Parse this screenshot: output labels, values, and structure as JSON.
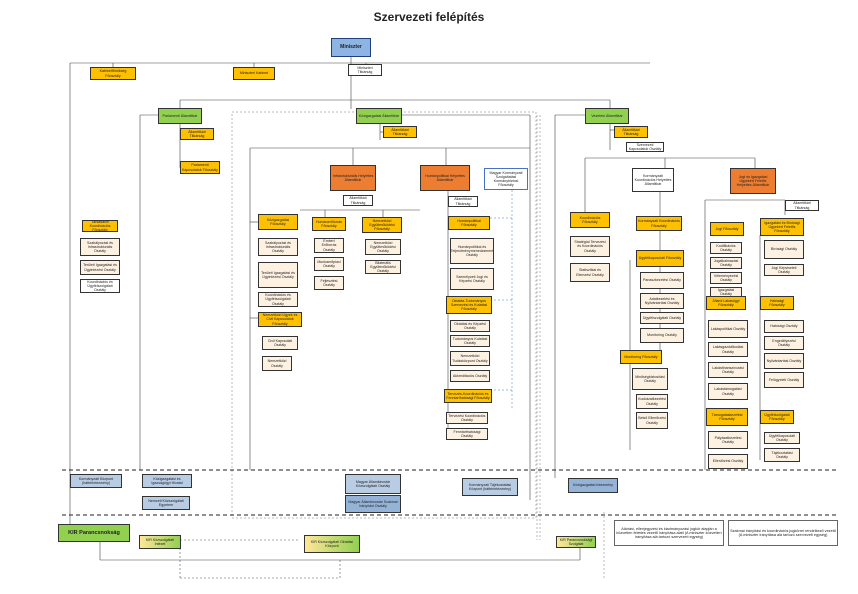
{
  "title": "Szervezeti felépítés",
  "colors": {
    "minister": "#8db4e2",
    "state_secretary": "#92d050",
    "deputy": "#ed7d31",
    "department": "#ffc000",
    "unit": "#fdf1e2",
    "background_agency": "#b8cce4"
  },
  "boxes": {
    "miniszter": "Miniszter",
    "kab_foosztaly": "Kabinetfőnökség Főosztály",
    "min_kabinet": "Miniszteri Kabinet",
    "min_titkarsag": "Miniszteri Titkárság",
    "parl_allamtitkar": "Parlamenti Államtitkár",
    "parl_titkarsag": "Államtitkári Titkárság",
    "parl_kapcsolat": "Parlamenti Kapcsolatok Főosztály",
    "kozig_allamtitkar": "Közigazgatási Államtitkár",
    "kozig_titkarsag": "Államtitkári Titkárság",
    "helyettes1": "Infrastrukturális Helyettes Államtitkár",
    "helyettes1_titk": "Államtitkári Titkárság",
    "helyettes2": "Humánpolitikai Helyettes Államtitkár",
    "mk_box": "Magyar Kormányzati Szolgáltatási Kormánybiztosi Főosztály",
    "vez_allamtitkar": "Vezetési Államtitkár",
    "vez_titkarsag": "Államtitkári Titkárság",
    "vez_szervezeti": "Szervezeti Kapcsolatok Osztály",
    "tars_koord": "Társadalmi Koordinációs Főosztály",
    "kormkoz": "Kormányzati Koordinációs Helyettes Államtitkár",
    "jogi_helyettes": "Jogi és Igazgatási Ügyekért Felelős Helyettes Államtitkár",
    "jogi_titk": "Államtitkári Titkárság",
    "kozig_foo": "Közigazgatási Főosztály",
    "kozig_foo_o1": "Szabályozási és Infrastrukturális Osztály",
    "kozig_foo_o2": "Területi Igazgatási és Ügyintézési Osztály",
    "kozig_foo_o3": "Koordinációs és Ügyfélszolgálati Osztály",
    "civil_foo": "Nemzetközi Ügyek és Civil Kapcsolatok Főosztály",
    "civil_o1": "Civil Kapcsolati Osztály",
    "civil_o2": "Nemzetközi Osztály",
    "hum1_foo": "Humánerőforrás Főosztály",
    "hum1_o1": "Emberi Erőforrás Osztály",
    "hum1_o2": "Munkaerőpiaci Osztály",
    "hum1_o3": "Fejlesztési Osztály",
    "hum2_foo": "Nemzetközi Együttműködési Főosztály",
    "hum2_o1": "Nemzetközi Együttműködési Osztály",
    "hum2_o2": "Bilaterális Együttműködési Osztály",
    "hp_titk": "Államtitkári Titkárság",
    "hp_foo": "Humánpolitikai Főosztály",
    "hp_o1": "Humánpolitikai és Teljesítménymenedzsment Osztály",
    "hp_o2": "Személyzeti Jogi és Képzési Osztály",
    "hp_foo2": "Oktatás-Tudományos Szervezési és Kutatási Főosztály",
    "hp_o3": "Oktatási és Képzési Osztály",
    "hp_o4": "Tudományos Kutatási Osztály",
    "hp_o5": "Nemzetközi Tudásközpont Osztály",
    "hp_o6": "Akkreditációs Osztály",
    "hp_foo3": "Tervezés-Koordinációs és Fenntarthatósági Főosztály",
    "hp_o7": "Tervezési Koordinációs Osztály",
    "hp_o8": "Fenntarthatósági Osztály",
    "vez_koord_foo": "Koordinációs Főosztály",
    "vez_koord_o1": "Stratégiai Tervezési és Koordinációs Osztály",
    "vez_koord_o2": "Statisztikai és Elemzési Osztály",
    "vez_fo2": "Kormányzati Koordinációs Főosztály",
    "vez_fo3": "Ügyfélkapcsolati Főosztály",
    "vez_fo3_o1": "Panaszkezelési Osztály",
    "vez_fo3_o2": "Adatkezelési és Nyilvántartási Osztály",
    "vez_fo3_o3": "Ügyfélszolgálati Osztály",
    "vez_fo3_o4": "Monitoring Osztály",
    "vez_mon_foo": "Monitoring Főosztály",
    "vez_mon_o1": "Minőségbiztosítási Osztály",
    "vez_mon_o2": "Kockázatkezelési Osztály",
    "vez_mon_o3": "Belső Ellenőrzési Osztály",
    "jogi_foo": "Jogi Főosztály",
    "jogi_o1": "Kodifikációs Osztály",
    "jogi_o2": "Jogalkalmazási Osztály",
    "jogi_o3": "Véleményezési Osztály",
    "jogi_o4": "Igazgatási Osztály",
    "igazg_foo": "Igazgatási és Bírósági Ügyekért Felelős Főosztály",
    "igazg_o1": "Bírósági Osztály",
    "igazg_o2": "Jogi Képviseleti Osztály",
    "allam_foo": "Állami Lakásügyi Főosztály",
    "allam_o1": "Lakáspolitikai Osztály",
    "allam_o2": "Lakásgazdálkodási Osztály",
    "allam_o3": "Lakásfinanszírozási Osztály",
    "allam_o4": "Lakástámogatási Osztály",
    "hatosagi_foo": "Hatósági Főosztály",
    "hatosagi_o1": "Hatósági Osztály",
    "hatosagi_o2": "Engedélyezési Osztály",
    "hatosagi_o3": "Nyilvántartási Osztály",
    "hatosagi_o4": "Felügyeleti Osztály",
    "tam_foo": "Támogatáskezelési Főosztály",
    "tam_o1": "Pályázatkezelési Osztály",
    "tam_o2": "Ellenőrzési Osztály",
    "ugyf_foo": "Ügyfélszolgálati Főosztály",
    "ugyf_o1": "Ügyfélkapcsolati Osztály",
    "ugyf_o2": "Tájékoztatási Osztály",
    "kozt_kozp": "Kormányzati Központ (háttérintézmény)",
    "hatter1": "Közigazgatási és Igazságügyi Hivatal",
    "hatter2": "Nemzeti Közszolgálati Egyetem",
    "magyar1": "Magyar Államkincstár Közszolgálati Osztály",
    "magyar2": "Magyar Államkincstár Szakmai Irányítási Osztály",
    "kormanyhivatal": "Kormányzati Tájékoztatási Központ (háttérintézmény)",
    "minist_intezmeny": "Közigazgatási Intézmény",
    "kir_foosztaly": "KIR Parancsnokság",
    "tudas_kozpont": "KIR Közszolgálati Intézet",
    "tudas_kozpont2": "KIR Közszolgálati Oktatási Központ",
    "kir_box2": "KIR Parancsnoksági Szolgálat",
    "note1": "Aláírási, ellenjegyzési és kiadmányozási jogkör alapján a közvetlen felettes vezető irányítása alatt (A miniszter közvetlen irányítása alá tartozó szervezeti egység)",
    "note2": "Szakmai irányítási és koordinációs jogkörrel rendelkező vezető (A miniszter irányítása alá tartozó szervezeti egység)"
  }
}
